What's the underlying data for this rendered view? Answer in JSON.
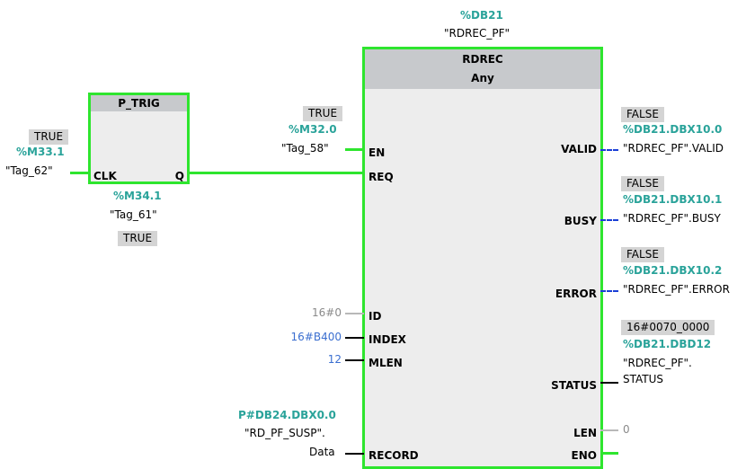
{
  "rdrec_block": {
    "db_address": "%DB21",
    "db_name": "\"RDREC_PF\"",
    "title": "RDREC",
    "subtitle": "Any",
    "inputs": {
      "en": "EN",
      "req": "REQ",
      "id": "ID",
      "index": "INDEX",
      "mlen": "MLEN",
      "record": "RECORD"
    },
    "outputs": {
      "valid": "VALID",
      "busy": "BUSY",
      "error": "ERROR",
      "status": "STATUS",
      "len": "LEN",
      "eno": "ENO"
    }
  },
  "en_input": {
    "value": "TRUE",
    "address": "%M32.0",
    "tag": "\"Tag_58\""
  },
  "id_input": {
    "value": "16#0"
  },
  "index_input": {
    "value": "16#B400"
  },
  "mlen_input": {
    "value": "12"
  },
  "record_input": {
    "address": "P#DB24.DBX0.0",
    "tag_line1": "\"RD_PF_SUSP\".",
    "tag_line2": "Data"
  },
  "valid_output": {
    "value": "FALSE",
    "address": "%DB21.DBX10.0",
    "tag": "\"RDREC_PF\".VALID"
  },
  "busy_output": {
    "value": "FALSE",
    "address": "%DB21.DBX10.1",
    "tag": "\"RDREC_PF\".BUSY"
  },
  "error_output": {
    "value": "FALSE",
    "address": "%DB21.DBX10.2",
    "tag": "\"RDREC_PF\".ERROR"
  },
  "status_output": {
    "value": "16#0070_0000",
    "address": "%DB21.DBD12",
    "tag_line1": "\"RDREC_PF\".",
    "tag_line2": "STATUS"
  },
  "len_output": {
    "value": "0"
  },
  "ptrig_block": {
    "title": "P_TRIG",
    "clk": "CLK",
    "q": "Q",
    "memory_address": "%M34.1",
    "memory_tag": "\"Tag_61\"",
    "memory_value": "TRUE"
  },
  "clk_input": {
    "value": "TRUE",
    "address": "%M33.1",
    "tag": "\"Tag_62\""
  },
  "colors": {
    "active_wire": "#2ee52e",
    "address_text": "#2aa39a",
    "dashed_wire": "#1a3fd6"
  }
}
